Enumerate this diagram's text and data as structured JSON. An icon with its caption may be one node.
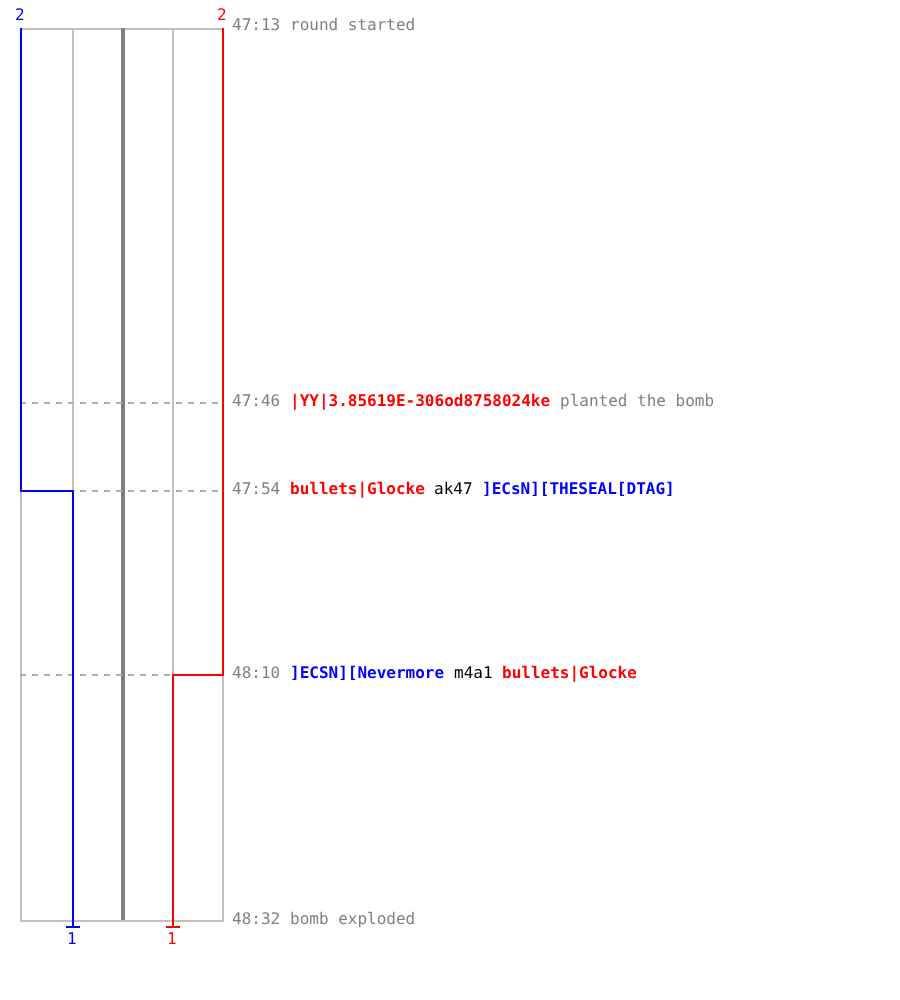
{
  "diagram": {
    "labels": [
      "2",
      "2",
      "47:13",
      "round started",
      "47:46",
      "|YY|3.85619E-306od8758024ke",
      "planted the bomb",
      "47:54",
      "bullets|Glocke",
      "ak47",
      "]ECsN][THESEAL[DTAG]",
      "48:10",
      "]ECSN][Nevermore",
      "m4a1",
      "bullets|Glocke",
      "1",
      "1",
      "48:32",
      "bomb exploded"
    ]
  }
}
